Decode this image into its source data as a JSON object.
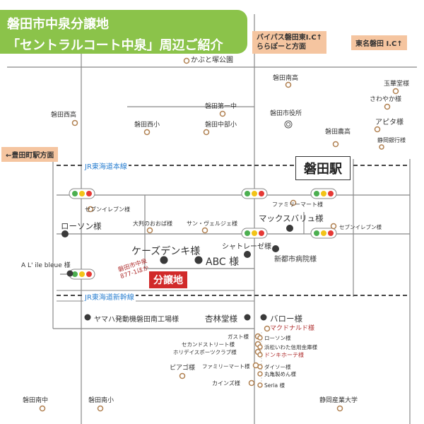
{
  "title": {
    "line1": "磐田市中泉分譲地",
    "line2": "「セントラルコート中泉」周辺ご紹介"
  },
  "tags": {
    "bypass_line1": "バイパス磐田東I.C↑",
    "bypass_line2": "ららぽーと方面",
    "tomei": "東名磐田 I.C↑",
    "toyoda": "←豊田町駅方面"
  },
  "rail": {
    "tokaido": "JR東海道本線",
    "shinkansen": "JR東海道新幹線"
  },
  "station": "磐田駅",
  "site": {
    "label": "分譲地",
    "address_line1": "磐田市中泉",
    "address_line2": "877-1ほか"
  },
  "open_places": [
    {
      "id": "kabuto-park",
      "label": "かぶと塚公園"
    },
    {
      "id": "iwata-minami-high",
      "label": "磐田南高"
    },
    {
      "id": "tamahana",
      "label": "玉華堂様"
    },
    {
      "id": "sawayaka",
      "label": "さわやか様"
    },
    {
      "id": "iwata-daiichi-chu",
      "label": "磐田第一中"
    },
    {
      "id": "city-hall",
      "label": "磐田市役所"
    },
    {
      "id": "apita",
      "label": "アピタ様"
    },
    {
      "id": "iwata-nishi-high",
      "label": "磐田西高"
    },
    {
      "id": "iwata-nishi-elem",
      "label": "磐田西小"
    },
    {
      "id": "iwata-chubu-elem",
      "label": "磐田中部小"
    },
    {
      "id": "iwata-noko",
      "label": "磐田農高"
    },
    {
      "id": "shizuoka-bank",
      "label": "静岡銀行様"
    },
    {
      "id": "seven-eleven-1",
      "label": "セブンイレブン様"
    },
    {
      "id": "familymart-1",
      "label": "ファミリーマート様"
    },
    {
      "id": "daisho-ohashi",
      "label": "大判のおおば様"
    },
    {
      "id": "sun-village",
      "label": "サン・ヴェルジェ様"
    },
    {
      "id": "seven-eleven-2",
      "label": "セブンイレブン様"
    },
    {
      "id": "mcdonalds",
      "label": "マクドナルド様"
    },
    {
      "id": "gusto",
      "label": "ガスト様"
    },
    {
      "id": "second-street",
      "label": "セカンドストリート様"
    },
    {
      "id": "holiday-sports",
      "label": "ホリデイスポーツクラブ様"
    },
    {
      "id": "lawson-2",
      "label": "ローソン様"
    },
    {
      "id": "hamamatsu-wata",
      "label": "浜松いわた信用金庫様"
    },
    {
      "id": "don-quijote",
      "label": "ドンキホーテ様"
    },
    {
      "id": "piago",
      "label": "ピアゴ様"
    },
    {
      "id": "familymart-2",
      "label": "ファミリーマート様"
    },
    {
      "id": "daiso",
      "label": "ダイソー様"
    },
    {
      "id": "marukame",
      "label": "丸亀製めん様"
    },
    {
      "id": "kainz",
      "label": "カインズ様"
    },
    {
      "id": "seria",
      "label": "Seria 様"
    },
    {
      "id": "iwata-minami-chu",
      "label": "磐田南中"
    },
    {
      "id": "iwata-minami-elem",
      "label": "磐田南小"
    },
    {
      "id": "shizuoka-sangyo",
      "label": "静岡産業大学"
    }
  ],
  "filled_places": [
    {
      "id": "lawson-1",
      "label": "ローソン様"
    },
    {
      "id": "max-valu",
      "label": "マックスバリュ様"
    },
    {
      "id": "k-denki",
      "label": "ケーズデンキ様"
    },
    {
      "id": "abc",
      "label": "ABC 様"
    },
    {
      "id": "chateraise",
      "label": "シャトレーゼ様"
    },
    {
      "id": "shintoshi-hospital",
      "label": "新都市病院様"
    },
    {
      "id": "alile-bleue",
      "label": "A L' ile bleue 様"
    },
    {
      "id": "yamaha",
      "label": "ヤマハ発動機磐田南工場様"
    },
    {
      "id": "kyorindo",
      "label": "杏林堂様"
    },
    {
      "id": "valor",
      "label": "バロー様"
    }
  ],
  "colors": {
    "title_bg": "#8bc34a",
    "tag_bg": "#f5c5a0",
    "site_bg": "#d12a2a",
    "rail": "#2a7fd0",
    "signal_green": "#4caf50",
    "signal_yellow": "#f2c318",
    "signal_red": "#e53935"
  }
}
